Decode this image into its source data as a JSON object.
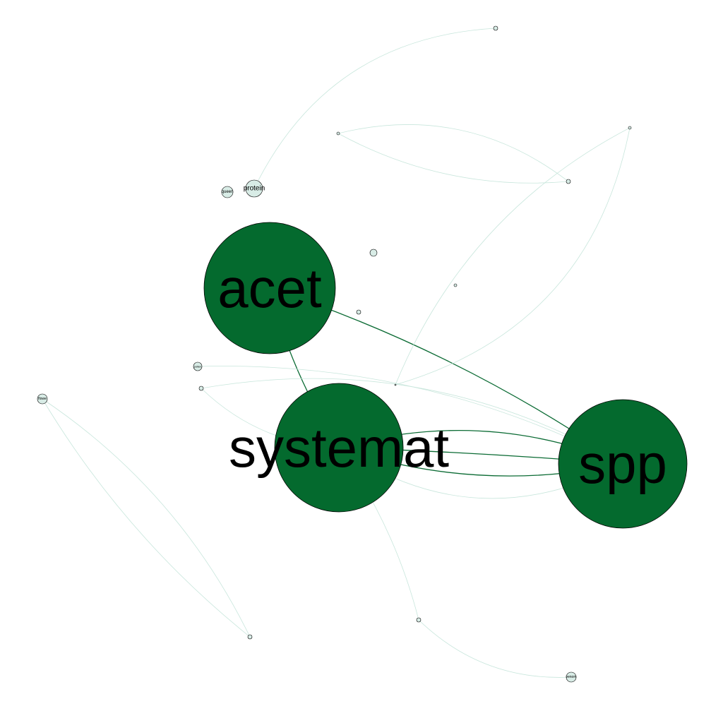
{
  "graph": {
    "colors": {
      "heavy_node": "#046a2e",
      "light_node": "#d8ece6",
      "heavy_edge": "#0b6b34",
      "light_edge": "#c8e6dc",
      "node_stroke": "#000000"
    },
    "nodes": [
      {
        "id": "acet",
        "label": "acet",
        "weight": "heavy"
      },
      {
        "id": "systemat",
        "label": "systemat",
        "weight": "heavy"
      },
      {
        "id": "spp",
        "label": "spp",
        "weight": "heavy"
      },
      {
        "id": "protein",
        "label": "protein",
        "weight": "light"
      },
      {
        "id": "queen",
        "label": "queen",
        "weight": "light"
      },
      {
        "id": "flower",
        "label": "flowe",
        "weight": "light"
      },
      {
        "id": "venom",
        "label": "venom",
        "weight": "light"
      },
      {
        "id": "pollen",
        "label": "pollen",
        "weight": "light"
      },
      {
        "id": "n1",
        "label": "",
        "weight": "light"
      },
      {
        "id": "n2",
        "label": "",
        "weight": "light"
      },
      {
        "id": "n3",
        "label": "",
        "weight": "light"
      },
      {
        "id": "n4",
        "label": "",
        "weight": "light"
      },
      {
        "id": "n5",
        "label": "",
        "weight": "light"
      },
      {
        "id": "n6",
        "label": "",
        "weight": "light"
      },
      {
        "id": "n7",
        "label": "",
        "weight": "light"
      },
      {
        "id": "n8",
        "label": "",
        "weight": "light"
      },
      {
        "id": "n9",
        "label": "",
        "weight": "light"
      },
      {
        "id": "n10",
        "label": "",
        "weight": "light"
      },
      {
        "id": "n11",
        "label": "",
        "weight": "light"
      },
      {
        "id": "n12",
        "label": "",
        "weight": "light"
      },
      {
        "id": "n13",
        "label": "",
        "weight": "light"
      },
      {
        "id": "n14",
        "label": "",
        "weight": "light"
      }
    ]
  }
}
